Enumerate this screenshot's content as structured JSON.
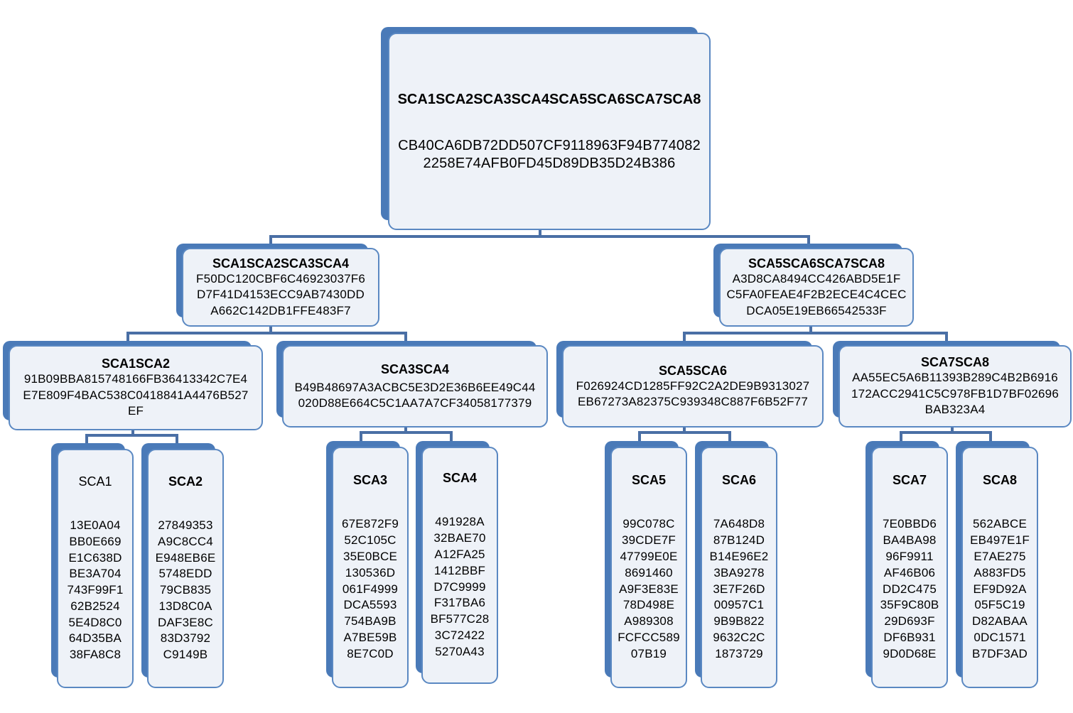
{
  "root": {
    "title": "SCA1SCA2SCA3SCA4SCA5SCA6SCA7SCA8",
    "hash": [
      "CB40CA6DB72DD507CF9118963F94B774082",
      "2258E74AFB0FD45D89DB35D24B386"
    ]
  },
  "level1": [
    {
      "title": "SCA1SCA2SCA3SCA4",
      "hash": [
        "F50DC120CBF6C46923037F6",
        "D7F41D4153ECC9AB7430DD",
        "A662C142DB1FFE483F7"
      ]
    },
    {
      "title": "SCA5SCA6SCA7SCA8",
      "hash": [
        "A3D8CA8494CC426ABD5E1F",
        "C5FA0FEAE4F2B2ECE4C4CEC",
        "DCA05E19EB66542533F"
      ]
    }
  ],
  "level2": [
    {
      "title": "SCA1SCA2",
      "hash": [
        "91B09BBA815748166FB36413342C7E4",
        "E7E809F4BAC538C0418841A4476B527",
        "EF"
      ]
    },
    {
      "title": "SCA3SCA4",
      "hash": [
        "B49B48697A3ACBC5E3D2E36B6EE49C44",
        "020D88E664C5C1AA7A7CF34058177379"
      ]
    },
    {
      "title": "SCA5SCA6",
      "hash": [
        "F026924CD1285FF92C2A2DE9B9313027",
        "EB67273A82375C939348C887F6B52F77"
      ]
    },
    {
      "title": "SCA7SCA8",
      "hash": [
        "AA55EC5A6B11393B289C4B2B6916",
        "172ACC2941C5C978FB1D7BF02696",
        "BAB323A4"
      ]
    }
  ],
  "leaves": [
    {
      "title": "SCA1",
      "hash": [
        "13E0A04",
        "BB0E669",
        "E1C638D",
        "BE3A704",
        "743F99F1",
        "62B2524",
        "5E4D8C0",
        "64D35BA",
        "38FA8C8"
      ]
    },
    {
      "title": "SCA2",
      "hash": [
        "27849353",
        "A9C8CC4",
        "E948EB6E",
        "5748EDD",
        "79CB835",
        "13D8C0A",
        "DAF3E8C",
        "83D3792",
        "C9149B"
      ]
    },
    {
      "title": "SCA3",
      "hash": [
        "67E872F9",
        "52C105C",
        "35E0BCE",
        "130536D",
        "061F4999",
        "DCA5593",
        "754BA9B",
        "A7BE59B",
        "8E7C0D"
      ]
    },
    {
      "title": "SCA4",
      "hash": [
        "491928A",
        "32BAE70",
        "A12FA25",
        "1412BBF",
        "D7C9999",
        "F317BA6",
        "BF577C28",
        "3C72422",
        "5270A43"
      ]
    },
    {
      "title": "SCA5",
      "hash": [
        "99C078C",
        "39CDE7F",
        "47799E0E",
        "8691460",
        "A9F3E83E",
        "78D498E",
        "A989308",
        "FCFCC589",
        "07B19"
      ]
    },
    {
      "title": "SCA6",
      "hash": [
        "7A648D8",
        "87B124D",
        "B14E96E2",
        "3BA9278",
        "3E7F26D",
        "00957C1",
        "9B9B822",
        "9632C2C",
        "1873729"
      ]
    },
    {
      "title": "SCA7",
      "hash": [
        "7E0BBD6",
        "BA4BA98",
        "96F9911",
        "AF46B06",
        "DD2C475",
        "35F9C80B",
        "29D693F",
        "DF6B931",
        "9D0D68E"
      ]
    },
    {
      "title": "SCA8",
      "hash": [
        "562ABCE",
        "EB497E1F",
        "E7AE275",
        "A883FD5",
        "EF9D92A",
        "05F5C19",
        "D82ABAA",
        "0DC1571",
        "B7DF3AD"
      ]
    }
  ],
  "colors": {
    "node_fill": "#eef2f8",
    "node_border": "#5a88c2",
    "shadow": "#4a7ab8",
    "connector": "#4a6fa5"
  }
}
